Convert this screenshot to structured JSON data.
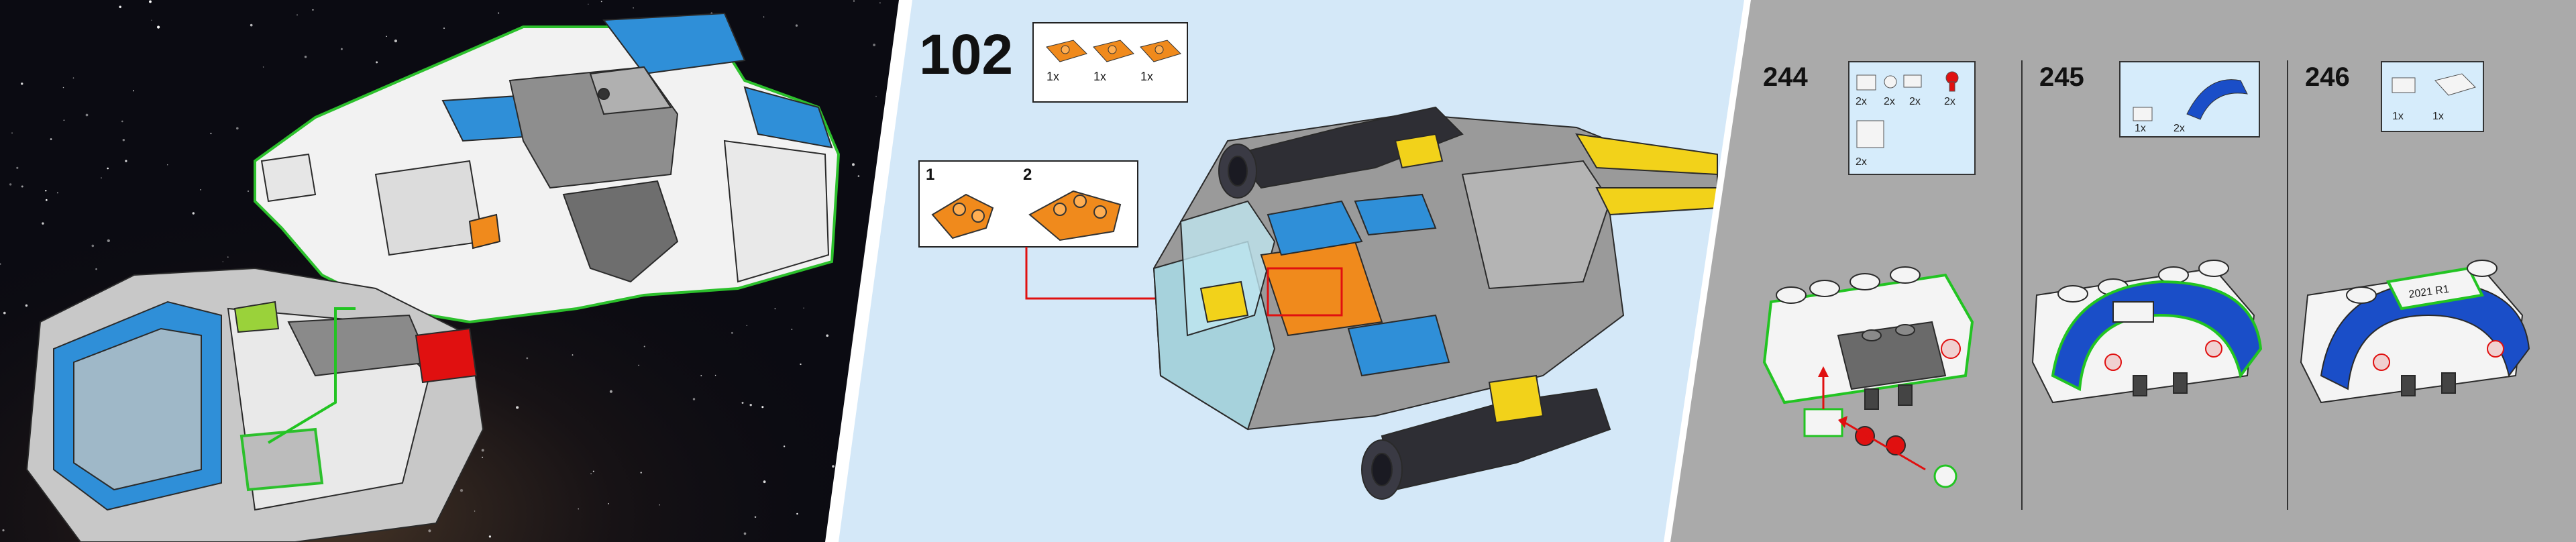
{
  "panel_middle": {
    "step_number": "102",
    "parts_callout": {
      "quantities": [
        "1x",
        "1x",
        "1x"
      ]
    },
    "sub_steps": [
      "1",
      "2"
    ]
  },
  "panel_right": {
    "steps": [
      {
        "number": "244",
        "quantities": [
          "2x",
          "2x",
          "2x",
          "2x",
          "2x"
        ]
      },
      {
        "number": "245",
        "quantities": [
          "1x",
          "2x"
        ]
      },
      {
        "number": "246",
        "quantities": [
          "1x",
          "1x"
        ]
      }
    ],
    "printed_tile_text": "2021 R1"
  },
  "colors": {
    "space_bg": "#0b0b12",
    "middle_bg": "#d4e8f8",
    "right_bg": "#aaaaaa",
    "accent_blue": "#2f8fd8",
    "brick_orange": "#f08a1c",
    "brick_grey": "#9a9a9a",
    "brick_white": "#f4f4f4",
    "callout_bg": "#d6ecfb",
    "highlight_green": "#22c422",
    "arrow_red": "#e01010",
    "tile_blue": "#1a4ec8"
  },
  "icons": [
    "orange-plate-part",
    "white-stud-part",
    "red-pin-part",
    "blue-arch-part",
    "white-tile-part"
  ]
}
